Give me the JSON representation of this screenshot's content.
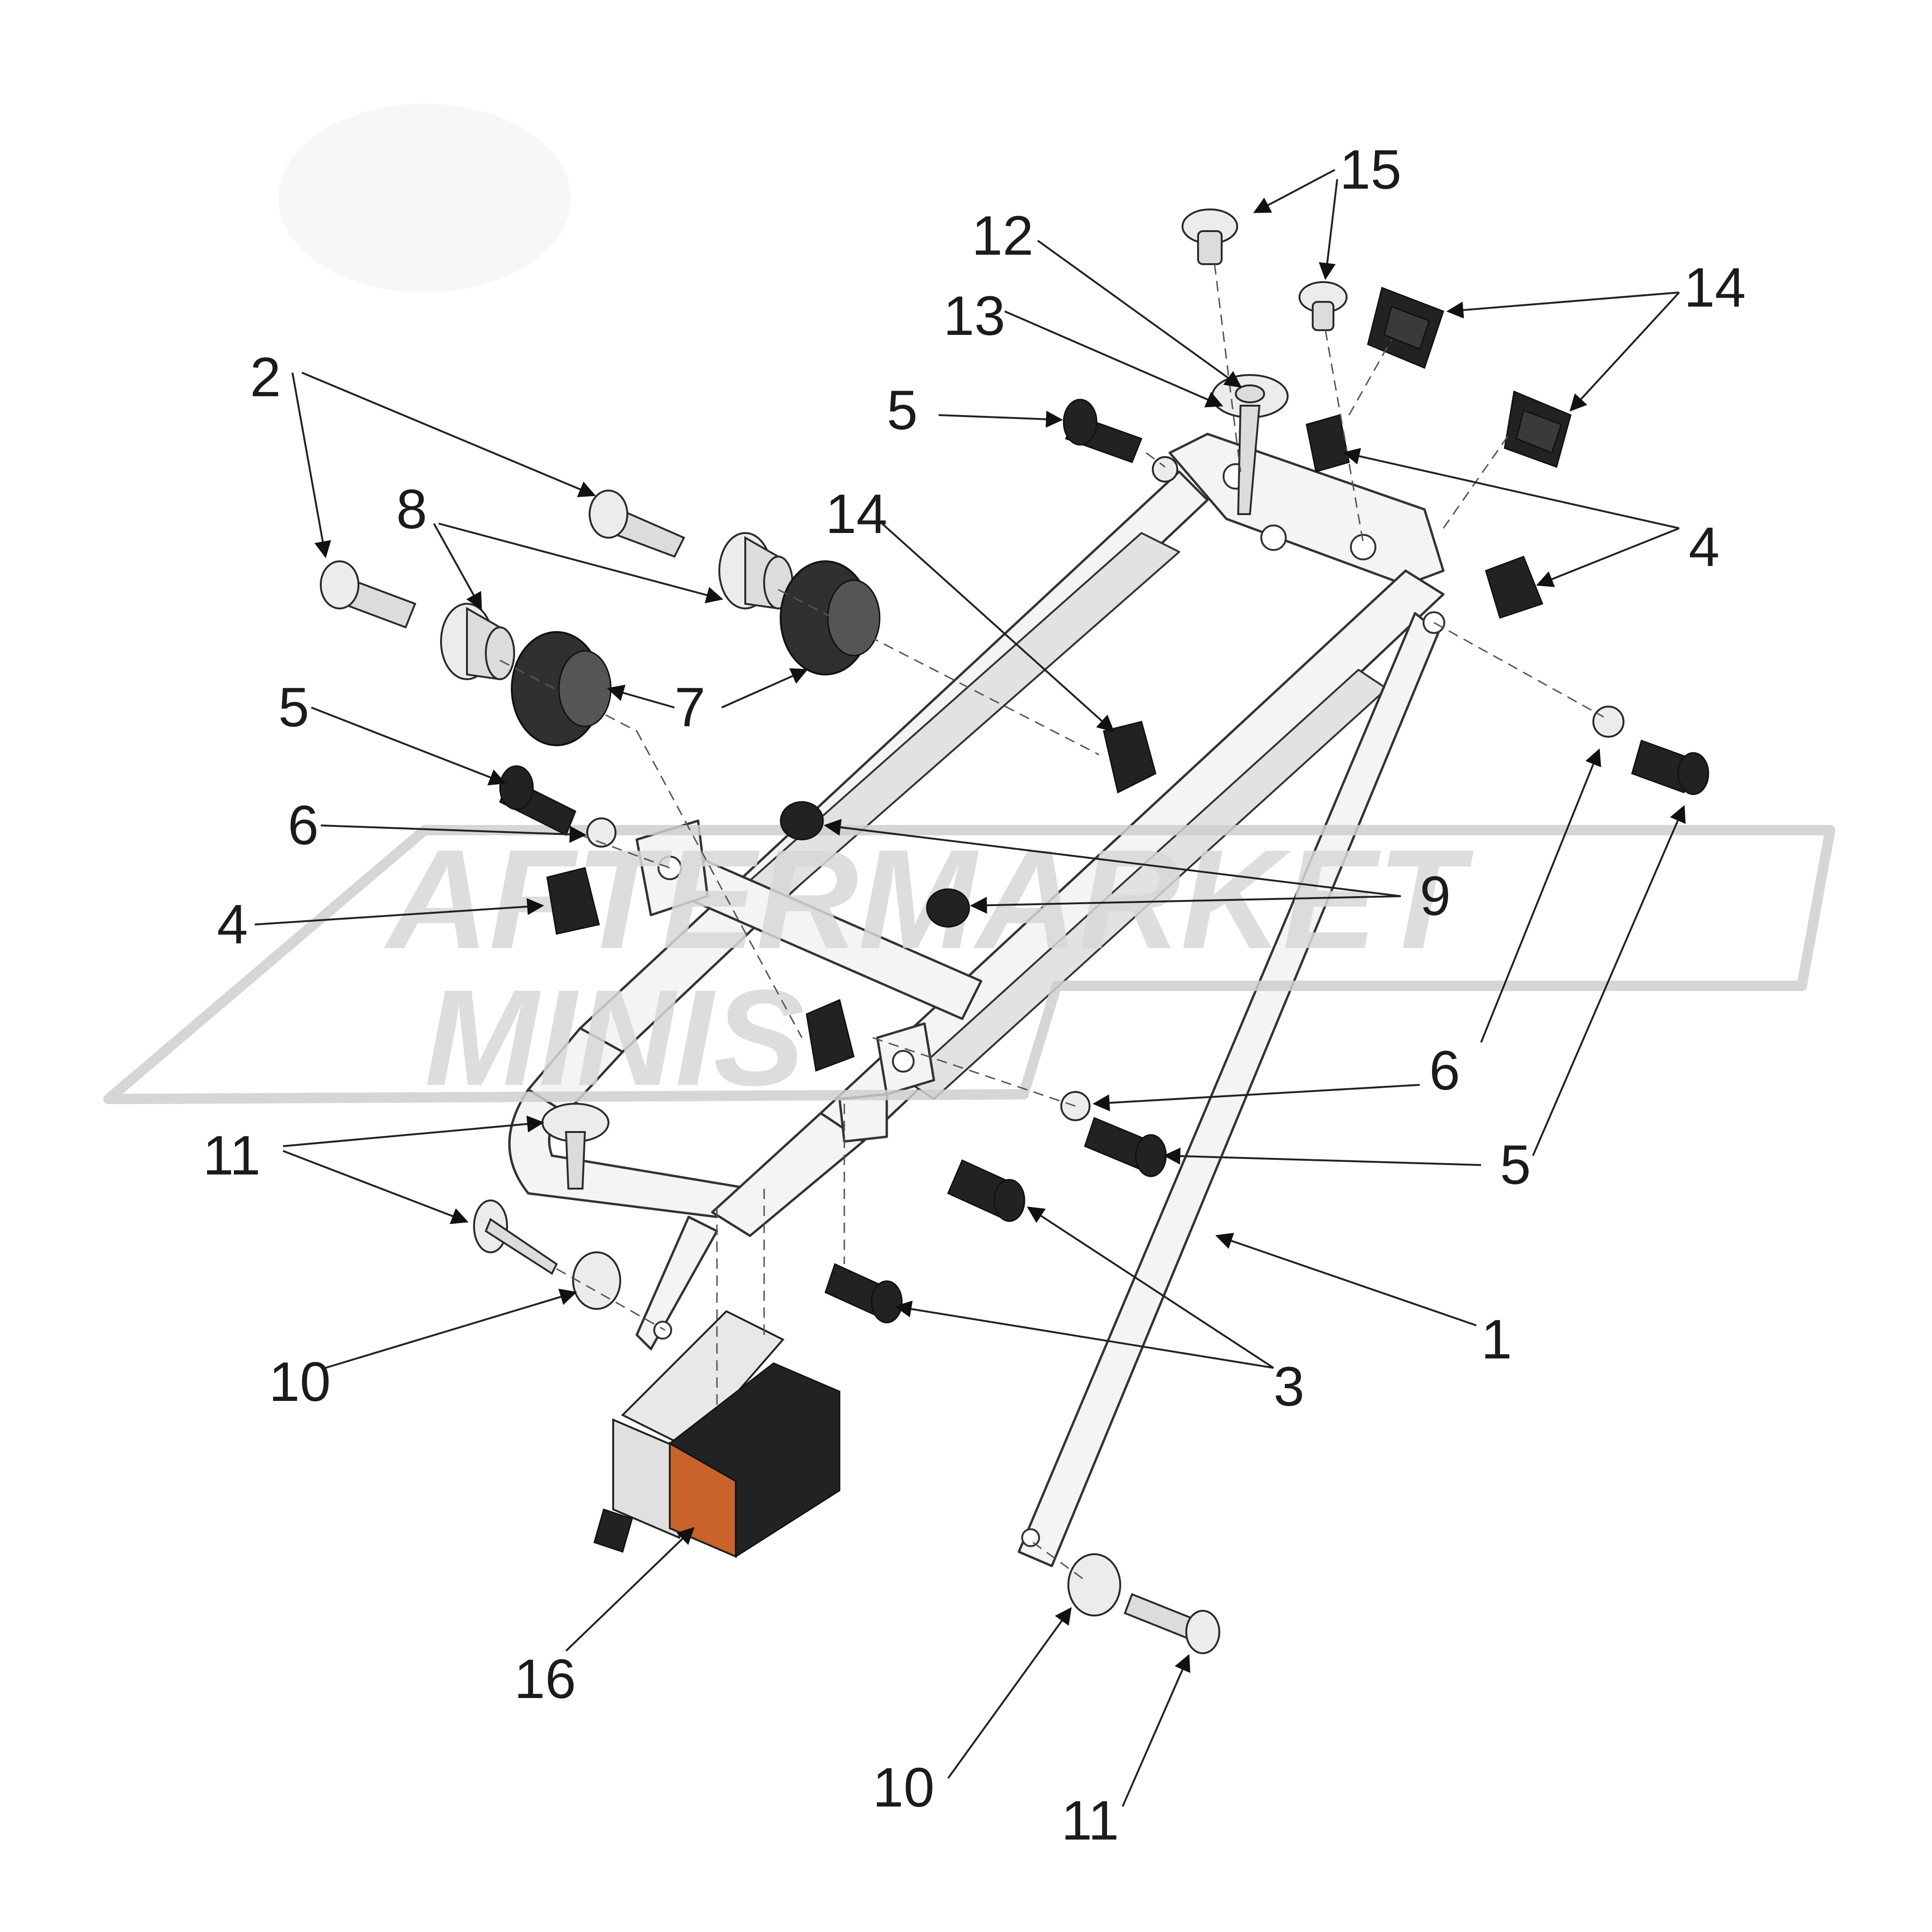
{
  "watermark": {
    "line1": "AFTERMARKET",
    "line2": "MINIS"
  },
  "callouts": [
    {
      "id": "c1",
      "label": "1"
    },
    {
      "id": "c2",
      "label": "2"
    },
    {
      "id": "c3",
      "label": "3"
    },
    {
      "id": "c4a",
      "label": "4"
    },
    {
      "id": "c4b",
      "label": "4"
    },
    {
      "id": "c5a",
      "label": "5"
    },
    {
      "id": "c5b",
      "label": "5"
    },
    {
      "id": "c5c",
      "label": "5"
    },
    {
      "id": "c6a",
      "label": "6"
    },
    {
      "id": "c6b",
      "label": "6"
    },
    {
      "id": "c7",
      "label": "7"
    },
    {
      "id": "c8",
      "label": "8"
    },
    {
      "id": "c9",
      "label": "9"
    },
    {
      "id": "c10a",
      "label": "10"
    },
    {
      "id": "c10b",
      "label": "10"
    },
    {
      "id": "c11a",
      "label": "11"
    },
    {
      "id": "c11b",
      "label": "11"
    },
    {
      "id": "c12",
      "label": "12"
    },
    {
      "id": "c13",
      "label": "13"
    },
    {
      "id": "c14a",
      "label": "14"
    },
    {
      "id": "c14b",
      "label": "14"
    },
    {
      "id": "c15",
      "label": "15"
    },
    {
      "id": "c16",
      "label": "16"
    }
  ],
  "colors": {
    "frame": "#f4f4f4",
    "rectifier_body": "#222222",
    "rectifier_accent": "#c8632a"
  }
}
